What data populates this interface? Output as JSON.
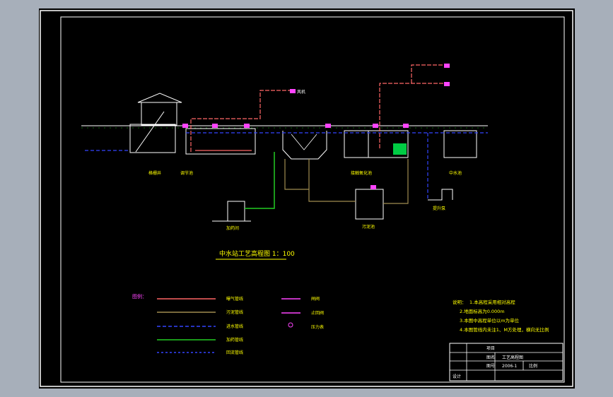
{
  "title": "中水站工艺高程图 1：100",
  "labels": {
    "l1": "格栅井",
    "l2": "调节池",
    "l3": "接触氧化池",
    "l4": "中水池",
    "l5": "污泥池",
    "l6": "加药间",
    "l7": "提升泵",
    "l8": "风机"
  },
  "legend": {
    "head": "图例：",
    "items": [
      "曝气管线",
      "污泥管线",
      "进水管线",
      "加药管线",
      "回流管线"
    ],
    "symbols": [
      "闸阀",
      "止回阀",
      "压力表"
    ]
  },
  "notes": {
    "title": "说明：",
    "lines": [
      "1.本高程采用相对高程",
      "2.地面标高为0.000m",
      "3.本图中高程单位以m为单位",
      "4.本图管线内未注1、M方处理，横向无比例"
    ]
  },
  "titleblock": {
    "r1c1": "项目",
    "r2c1": "图名",
    "r2c2": "工艺高程图",
    "r3c1": "图号",
    "r3c2": "2006-1",
    "r3c3": "比例",
    "r4c1": "设计"
  },
  "colors": {
    "frame": "#ffffff",
    "air": "#ff6666",
    "sludge": "#a08c50",
    "water": "#3344ff",
    "dosing": "#22cc22",
    "label": "#ffff00",
    "valve": "#ff44ff"
  }
}
